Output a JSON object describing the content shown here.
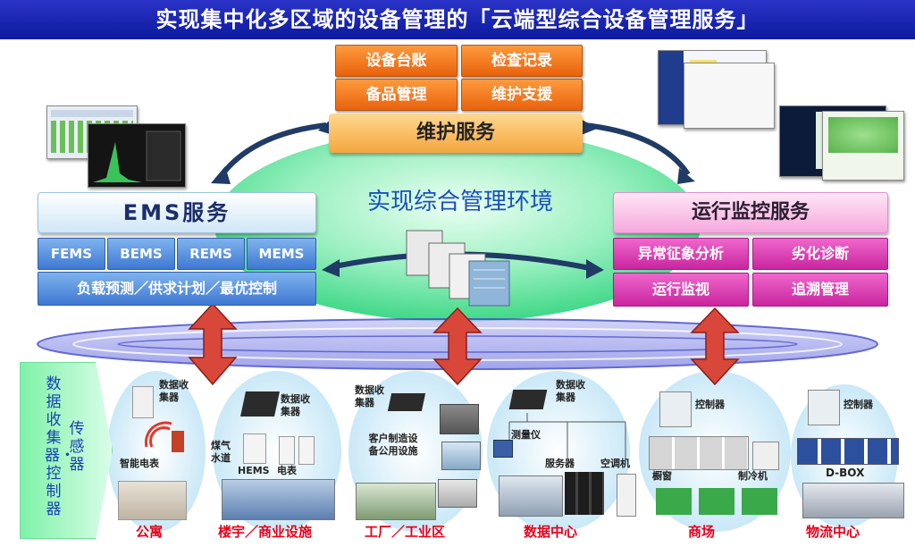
{
  "title": "实现集中化多区域的设备管理的「云端型综合设备管理服务」",
  "maintenance": {
    "items": [
      "设备台账",
      "检查记录",
      "备品管理",
      "维护支援"
    ],
    "header": "维护服务"
  },
  "cloud_label": "实现综合管理环境",
  "ems": {
    "header": "EMS服务",
    "items": [
      "FEMS",
      "BEMS",
      "REMS",
      "MEMS"
    ],
    "footer": "负载预测／供求计划／最优控制"
  },
  "monitor": {
    "header": "运行监控服务",
    "items": [
      "异常征象分析",
      "劣化诊断",
      "运行监视",
      "追溯管理"
    ]
  },
  "sidebar": {
    "col1": "数据收集器・控制器",
    "col2": "传感器"
  },
  "sites": {
    "apartment": {
      "name": "公寓",
      "collector": "数据收集器",
      "meter": "智能电表"
    },
    "building": {
      "name": "楼宇／商业设施",
      "collector": "数据收集器",
      "gas_water": "煤气水道",
      "hems": "HEMS",
      "meter": "电表"
    },
    "factory": {
      "name": "工厂／工业区",
      "collector": "数据收集器",
      "customer": "客户制造设备公用设施"
    },
    "datacenter": {
      "name": "数据中心",
      "collector": "数据收集器",
      "meter": "测量仪",
      "server": "服务器",
      "ac": "空调机"
    },
    "mall": {
      "name": "商场",
      "controller": "控制器",
      "showcase": "橱窗",
      "chiller": "制冷机"
    },
    "logistics": {
      "name": "物流中心",
      "controller": "控制器",
      "dbox": "D-BOX"
    }
  },
  "colors": {
    "banner": "#0c1a9e",
    "orange": "#f07a1f",
    "ems_blue": "#4a86d8",
    "monitor_pink": "#d63bb0",
    "cloud": "#5fe39d",
    "red_arrow": "#d8473a"
  }
}
